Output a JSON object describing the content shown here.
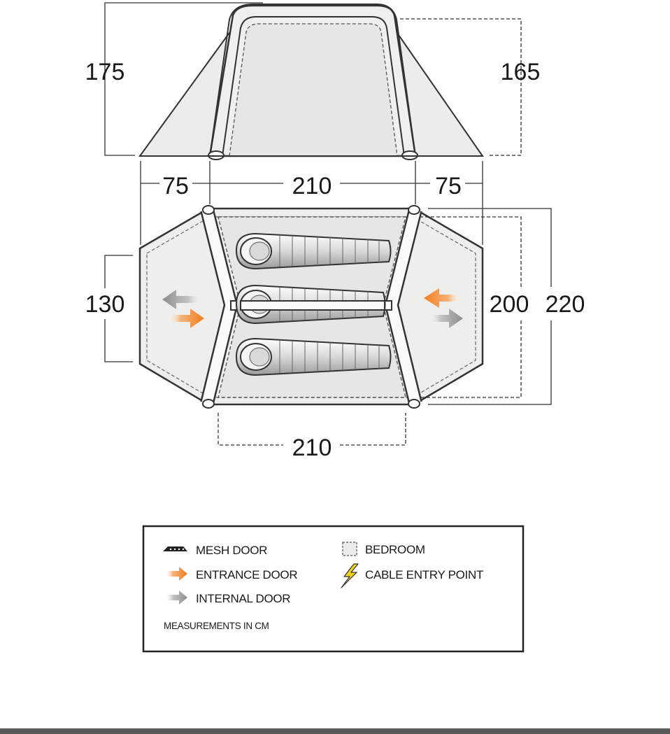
{
  "dimensions": {
    "left_height": "175",
    "right_height": "165",
    "left_porch_width": "75",
    "center_width_top": "210",
    "right_porch_width": "75",
    "left_porch_depth": "130",
    "bedroom_depth": "200",
    "total_depth": "220",
    "bedroom_width": "210"
  },
  "legend": {
    "mesh_door": "MESH DOOR",
    "entrance_door": "ENTRANCE DOOR",
    "internal_door": "INTERNAL DOOR",
    "bedroom": "BEDROOM",
    "cable_entry_point": "CABLE ENTRY POINT",
    "measurements_note": "MEASUREMENTS IN CM"
  },
  "colors": {
    "entrance_arrow": "#f07d1e",
    "internal_arrow": "#8c8c8c",
    "cable_bolt": "#f2d21b",
    "tent_fill": "#eeeeec",
    "bedroom_fill": "#e7e7e5",
    "outline": "#333333"
  },
  "icons": {
    "mesh_door": "mesh-door-icon",
    "entrance_door": "orange-arrow-icon",
    "internal_door": "grey-arrow-icon",
    "bedroom": "dashed-square-icon",
    "cable_entry_point": "lightning-bolt-icon"
  }
}
